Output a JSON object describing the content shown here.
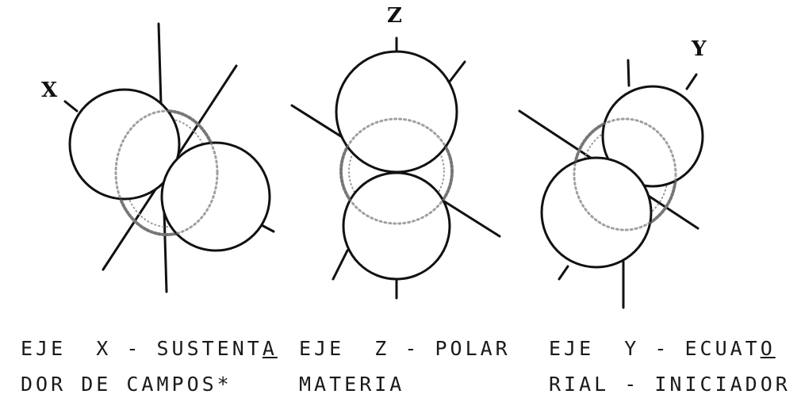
{
  "diagram": {
    "axes": {
      "x": "X",
      "z": "Z",
      "y": "Y"
    }
  },
  "captions": {
    "x_axis": {
      "line1_main": "EJE  X - SUSTENT",
      "line1_underlined": "A",
      "line2": "DOR DE CAMPOS*"
    },
    "z_axis": {
      "line1": "EJE  Z - POLAR",
      "line2": "MATERIA"
    },
    "y_axis": {
      "line1_main": "EJE  Y - ECUAT",
      "line1_underlined": "O",
      "line2": "RIAL - INICIADOR"
    }
  }
}
